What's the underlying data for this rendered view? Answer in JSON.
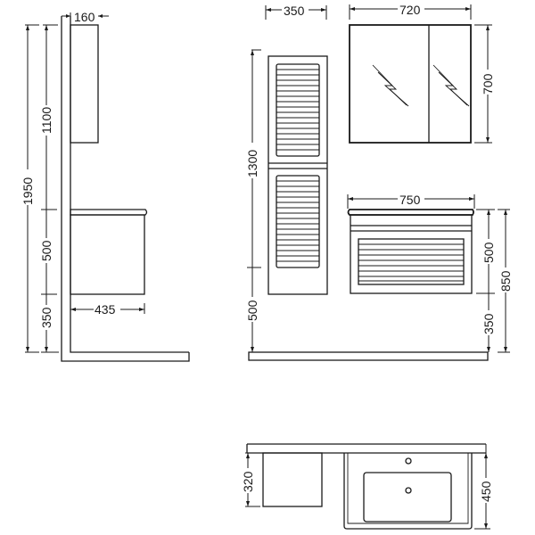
{
  "drawing": {
    "type": "technical-dimension-drawing",
    "units": "mm",
    "side_elevation": {
      "dimensions": {
        "mirror_cabinet_depth": "160",
        "overall_height": "1950",
        "mirror_cabinet_height": "1100",
        "vanity_height": "500",
        "vanity_floor_clearance": "350",
        "vanity_depth": "435"
      }
    },
    "front_elevation": {
      "dimensions": {
        "tall_unit_width": "350",
        "tall_unit_height": "1300",
        "tall_unit_floor_clearance": "500",
        "mirror_cabinet_width": "720",
        "mirror_cabinet_height": "700",
        "vanity_width": "750",
        "vanity_height": "500",
        "vanity_floor_clearance": "350",
        "vanity_top_height": "850"
      }
    },
    "plan_view": {
      "dimensions": {
        "tall_unit_depth": "320",
        "basin_depth": "450"
      }
    }
  }
}
